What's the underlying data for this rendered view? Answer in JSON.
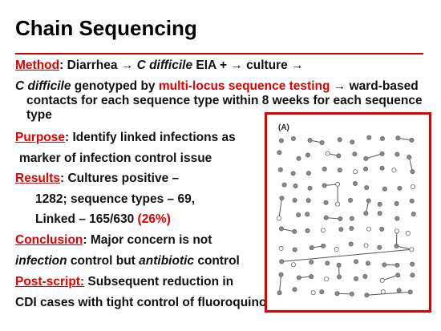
{
  "slide": {
    "title": "Chain Sequencing",
    "method_label": "Method",
    "method_colon": ":  Diarrhea → ",
    "method_org": "C difficile",
    "method_rest": " EIA + → culture →",
    "geno_org": "C difficile",
    "geno_mid": " genotyped by ",
    "geno_test": "multi-locus sequence testing",
    "geno_rest": " → ward-based",
    "geno_line2": "contacts for each sequence type within 8 weeks for each sequence",
    "geno_line3": "type",
    "purpose_label": "Purpose",
    "purpose_line1": ":  Identify linked infections as",
    "purpose_line2": "marker of infection control issue",
    "results_label": "Results",
    "results_line1": ":  Cultures positive –",
    "results_line2": "1282; sequence types – 69,",
    "results_line3": "Linked – 165/630 ",
    "results_pct": "(26%)",
    "conclusion_label": "Conclusion",
    "conclusion_line1": ":  Major concern is not",
    "concl_infection": "infection",
    "concl_mid": " control but ",
    "concl_antibiotic": "antibiotic",
    "concl_end": " control",
    "postscript_label": "Post-script:",
    "postscript_line1": " Subsequent reduction in",
    "postscript_line2": "CDI cases with tight control of fluoroquinolones and cephalosporins",
    "figure_label": "(A)"
  },
  "colors": {
    "accent": "#e00000",
    "rule": "#c00000",
    "node_fill": "#8a8a8a",
    "node_open": "#ffffff"
  }
}
